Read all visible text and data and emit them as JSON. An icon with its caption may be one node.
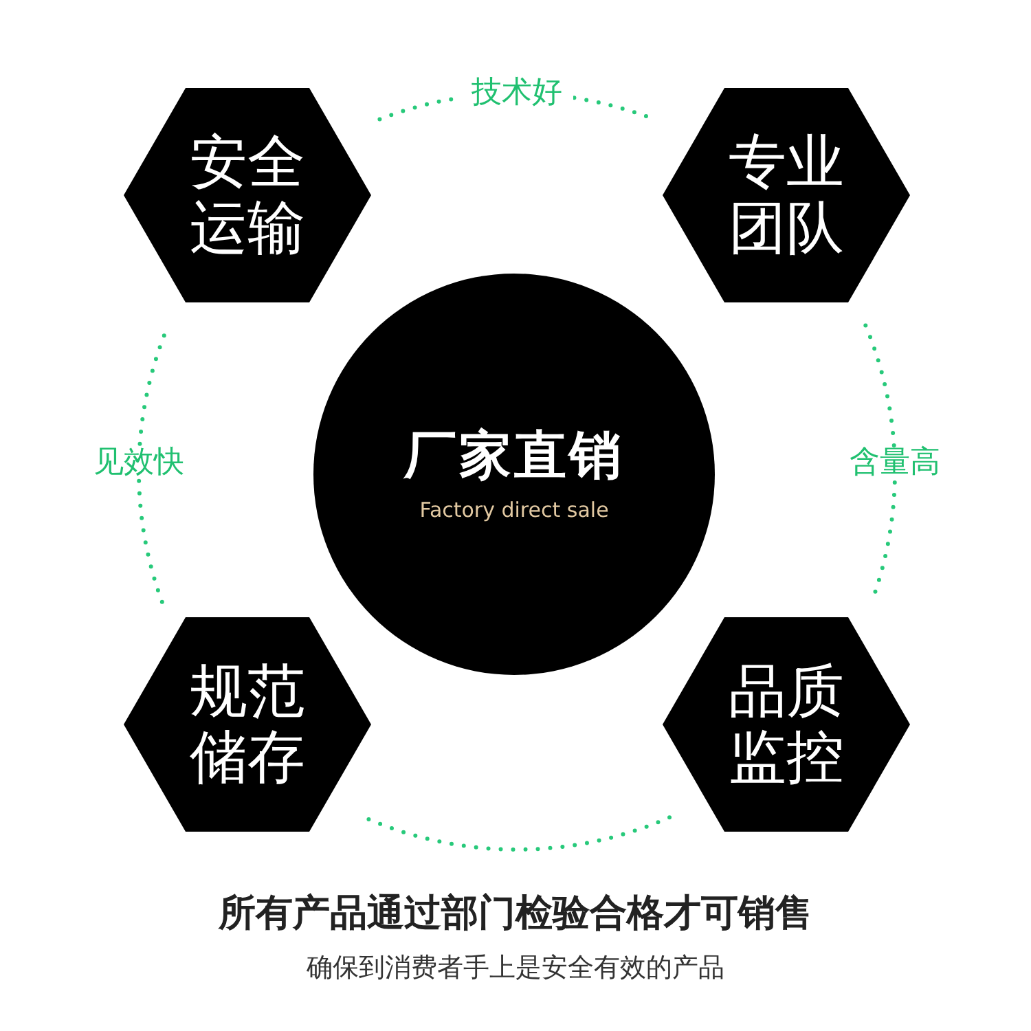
{
  "diagram": {
    "nodes": [
      {
        "text": [
          "安全运输"
        ]
      },
      {
        "text": [
          "专业团队"
        ]
      },
      {
        "text": [
          "厂家直销",
          "Factory direct sale"
        ]
      },
      {
        "text": [
          "规范储存"
        ]
      },
      {
        "text": [
          "品质监控"
        ]
      }
    ],
    "edges": [
      {
        "from": 0,
        "to": 1,
        "arrow": "none",
        "label": "技术好",
        "style": "dashed"
      },
      {
        "from": 1,
        "to": 4,
        "arrow": "none",
        "label": "含量高",
        "style": "dashed"
      },
      {
        "from": 4,
        "to": 3,
        "arrow": "none",
        "style": "dashed"
      },
      {
        "from": 3,
        "to": 0,
        "arrow": "none",
        "label": "见效快",
        "style": "dashed"
      }
    ],
    "labels": [
      "所有产品通过部门检验合格才可销售",
      "确保到消费者手上是安全有效的产品"
    ]
  }
}
